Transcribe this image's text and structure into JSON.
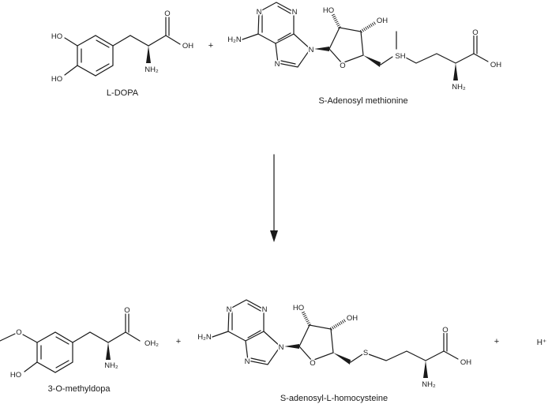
{
  "reactants": {
    "l_dopa": {
      "name": "L-DOPA",
      "atoms": {
        "ho_top": "HO",
        "ho_bottom": "HO",
        "o": "O",
        "oh": "OH",
        "nh2": "NH₂"
      }
    },
    "plus": "+",
    "sam": {
      "name": "S-Adenosyl methionine",
      "atoms": {
        "h2n": "H₂N",
        "n1": "N",
        "n3": "N",
        "n7": "N",
        "n9": "N",
        "o_ring": "O",
        "ho": "HO",
        "oh_sugar": "OH",
        "s": "SH",
        "o": "O",
        "oh": "OH",
        "nh2": "NH₂"
      }
    }
  },
  "products": {
    "methyldopa": {
      "name": "3-O-methyldopa",
      "atoms": {
        "o_methoxy": "O",
        "ho": "HO",
        "o": "O",
        "oh2": "OH₂",
        "nh2": "NH₂"
      }
    },
    "plus1": "+",
    "sah": {
      "name": "S-adenosyl-L-homocysteine",
      "atoms": {
        "h2n": "H₂N",
        "n1": "N",
        "n3": "N",
        "n7": "N",
        "n9": "N",
        "o_ring": "O",
        "ho": "HO",
        "oh_sugar": "OH",
        "s": "S",
        "o": "O",
        "oh": "OH",
        "nh2": "NH₂"
      }
    },
    "plus2": "+",
    "proton": "H⁺"
  }
}
